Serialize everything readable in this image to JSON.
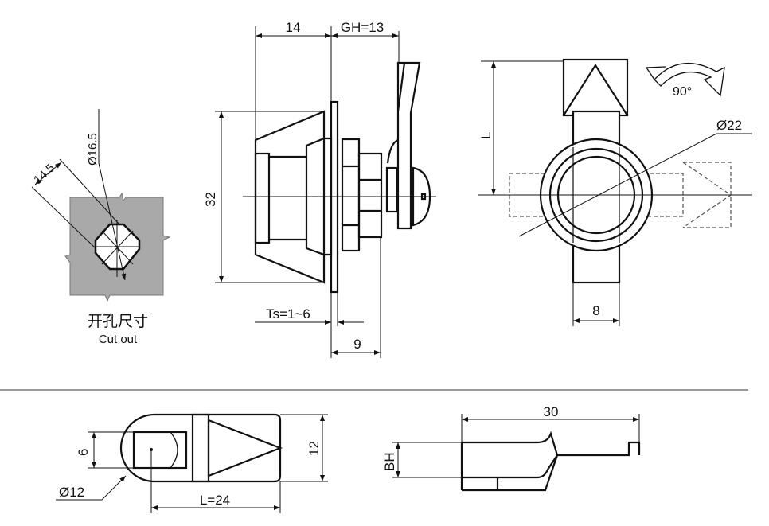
{
  "cutout": {
    "dim_width": "14.5",
    "dim_diameter": "Ø16.5",
    "label_cn": "开孔尺寸",
    "label_en": "Cut out",
    "fill_color": "#a9a9a9"
  },
  "side_view": {
    "dim_front": "14",
    "dim_gh": "GH=13",
    "dim_height": "32",
    "dim_ts": "Ts=1~6",
    "dim_thread": "9"
  },
  "rear_view": {
    "dim_rotation": "90°",
    "dim_diameter": "Ø22",
    "dim_length": "L",
    "dim_width": "8"
  },
  "cam_top": {
    "dim_square": "6",
    "dim_width": "12",
    "dim_diameter": "Ø12",
    "dim_length": "L=24"
  },
  "cam_profile": {
    "dim_length": "30",
    "dim_bh": "BH"
  }
}
